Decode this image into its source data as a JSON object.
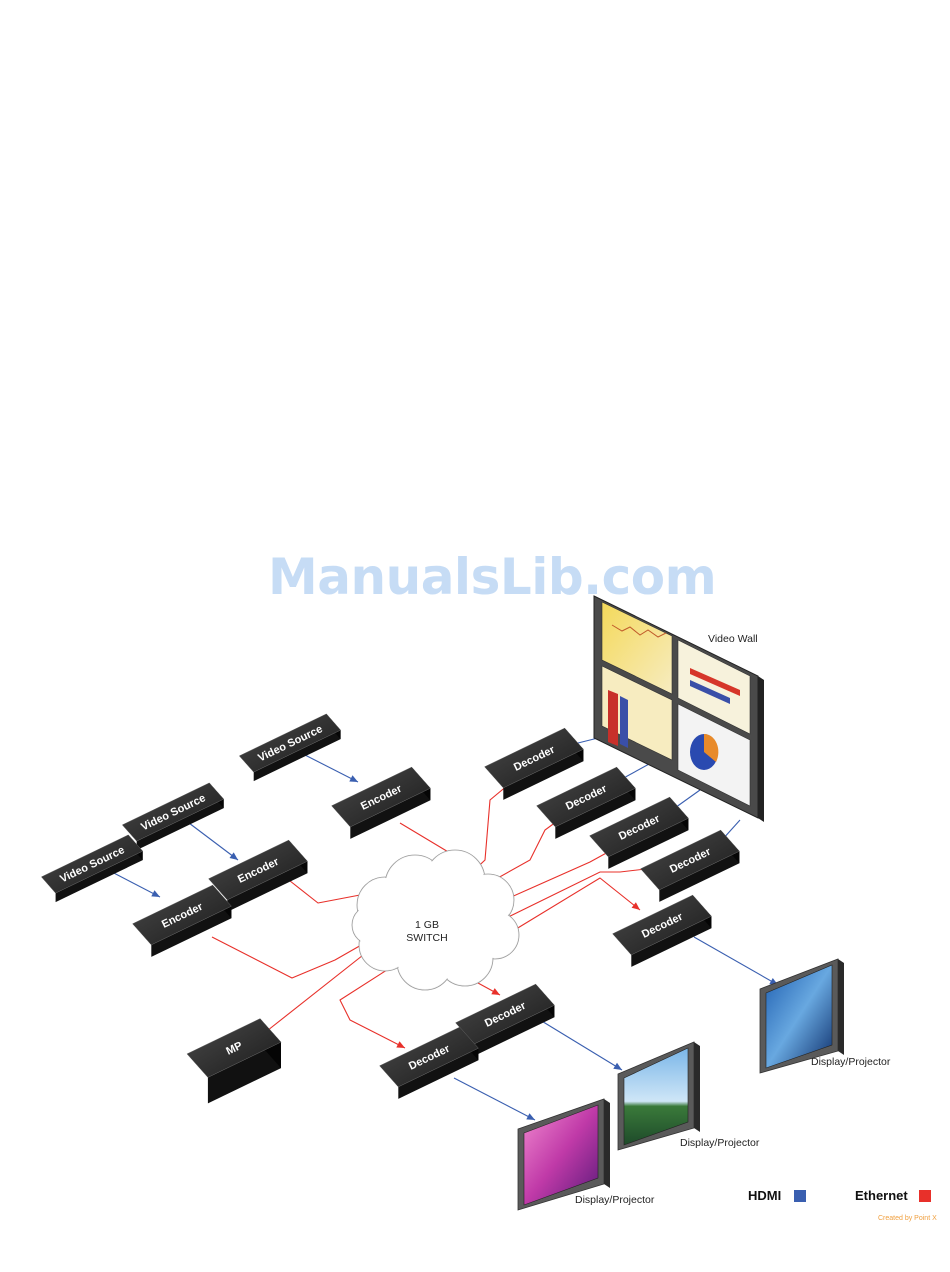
{
  "watermark": "ManualsLib.com",
  "switch": {
    "line1": "1 GB",
    "line2": "SWITCH"
  },
  "video_sources": [
    {
      "label": "Video Source"
    },
    {
      "label": "Video Source"
    },
    {
      "label": "Video Source"
    }
  ],
  "encoders": [
    {
      "label": "Encoder"
    },
    {
      "label": "Encoder"
    },
    {
      "label": "Encoder"
    }
  ],
  "decoders": [
    {
      "label": "Decoder"
    },
    {
      "label": "Decoder"
    },
    {
      "label": "Decoder"
    },
    {
      "label": "Decoder"
    },
    {
      "label": "Decoder"
    },
    {
      "label": "Decoder"
    },
    {
      "label": "Decoder"
    }
  ],
  "mp": {
    "label": "MP"
  },
  "video_wall": {
    "label": "Video Wall"
  },
  "displays": [
    {
      "label": "Display/Projector"
    },
    {
      "label": "Display/Projector"
    },
    {
      "label": "Display/Projector"
    }
  ],
  "legend": {
    "hdmi": {
      "label": "HDMI",
      "color": "#3a5fb0"
    },
    "ethernet": {
      "label": "Ethernet",
      "color": "#e8302a"
    }
  },
  "credit": "Created by Point X"
}
